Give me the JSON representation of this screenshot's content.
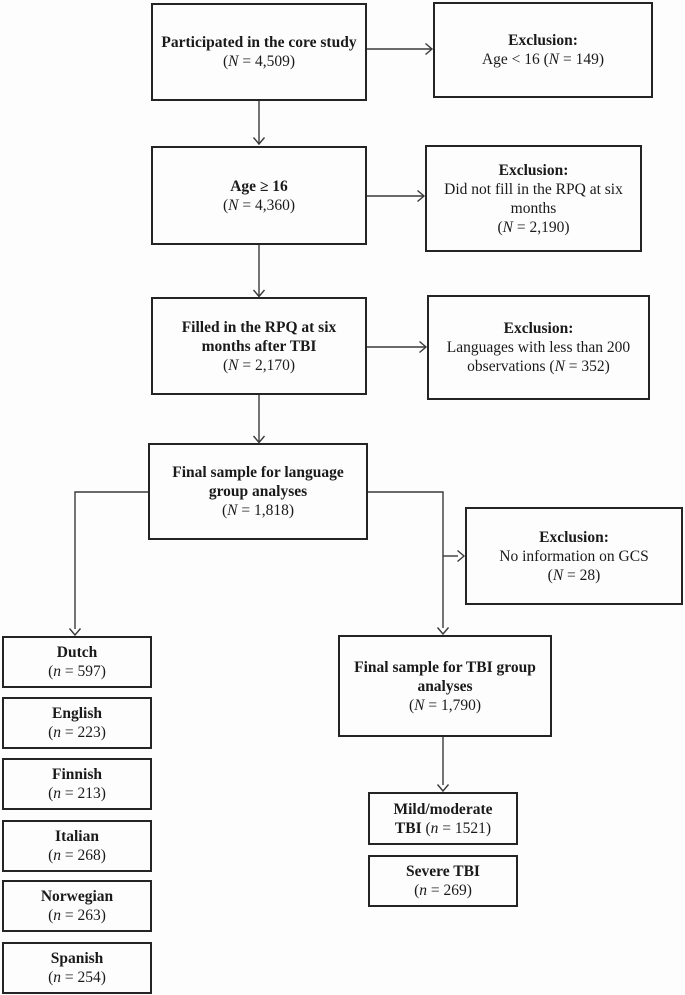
{
  "boxes": {
    "core": {
      "title": "Participated in the core study",
      "np": "(",
      "nv": "N",
      "ns": " = 4,509)"
    },
    "age": {
      "title": "Age ≥ 16",
      "np": "(",
      "nv": "N",
      "ns": " = 4,360)"
    },
    "rpq": {
      "title": "Filled in the RPQ at six months after TBI",
      "np": "(",
      "nv": "N",
      "ns": " = 2,170)"
    },
    "flang": {
      "title": "Final sample for language group analyses",
      "np": "(",
      "nv": "N",
      "ns": " = 1,818)"
    },
    "excl_age": {
      "label": "Exclusion:",
      "bp": "Age < 16 (",
      "nv": "N",
      "ns": " = 149)"
    },
    "excl_rpq": {
      "label": "Exclusion:",
      "body": "Did not fill in the RPQ at six months",
      "np": "(",
      "nv": "N",
      "ns": " = 2,190)"
    },
    "excl_lang": {
      "label": "Exclusion:",
      "bp": "Languages with less than 200 observations (",
      "nv": "N",
      "ns": " = 352)"
    },
    "excl_gcs": {
      "label": "Exclusion:",
      "body": "No information on GCS",
      "np": "(",
      "nv": "N",
      "ns": " = 28)"
    },
    "ftbi": {
      "title": "Final sample for TBI group analyses",
      "np": "(",
      "nv": "N",
      "ns": " = 1,790)"
    },
    "mild": {
      "tb": "Mild/moderate TBI",
      "np": " (",
      "nv": "n",
      "ns": " = 1521)"
    },
    "severe": {
      "title": "Severe TBI",
      "np": "(",
      "nv": "n",
      "ns": " = 269)"
    }
  },
  "languages": [
    {
      "name": "Dutch",
      "np": "(",
      "nv": "n",
      "ns": " = 597)"
    },
    {
      "name": "English",
      "np": "(",
      "nv": "n",
      "ns": " = 223)"
    },
    {
      "name": "Finnish",
      "np": "(",
      "nv": "n",
      "ns": " = 213)"
    },
    {
      "name": "Italian",
      "np": "(",
      "nv": "n",
      "ns": " = 268)"
    },
    {
      "name": "Norwegian",
      "np": "(",
      "nv": "n",
      "ns": " = 263)"
    },
    {
      "name": "Spanish",
      "np": "(",
      "nv": "n",
      "ns": " = 254)"
    }
  ],
  "colors": {
    "box_border": "#242424",
    "connector": "#3a3a3a",
    "background": "#fdfdfd",
    "text": "#1a1a1a"
  }
}
